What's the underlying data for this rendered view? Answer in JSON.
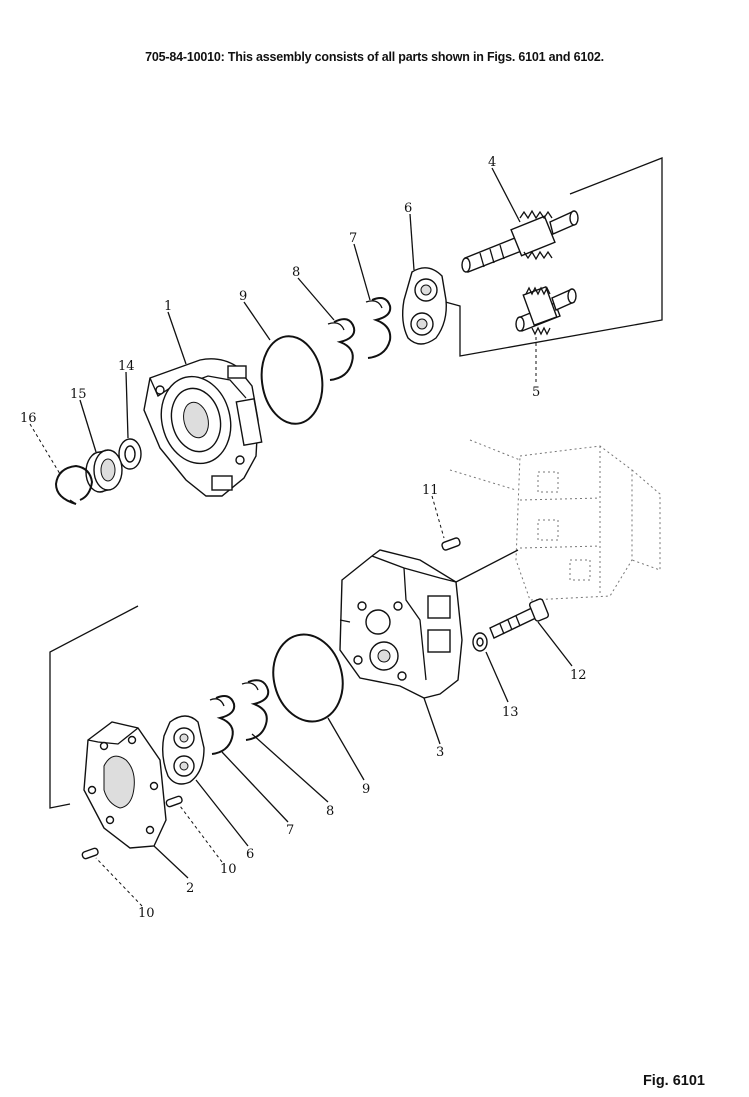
{
  "header": {
    "note": "705-84-10010: This assembly consists of all parts shown in Figs. 6101 and 6102."
  },
  "figure": {
    "label": "Fig. 6101"
  },
  "callouts": [
    {
      "id": "c1",
      "text": "1"
    },
    {
      "id": "c2",
      "text": "2"
    },
    {
      "id": "c3",
      "text": "3"
    },
    {
      "id": "c4",
      "text": "4"
    },
    {
      "id": "c5",
      "text": "5"
    },
    {
      "id": "c6a",
      "text": "6"
    },
    {
      "id": "c6b",
      "text": "6"
    },
    {
      "id": "c7a",
      "text": "7"
    },
    {
      "id": "c7b",
      "text": "7"
    },
    {
      "id": "c8a",
      "text": "8"
    },
    {
      "id": "c8b",
      "text": "8"
    },
    {
      "id": "c9a",
      "text": "9"
    },
    {
      "id": "c9b",
      "text": "9"
    },
    {
      "id": "c10a",
      "text": "10"
    },
    {
      "id": "c10b",
      "text": "10"
    },
    {
      "id": "c11",
      "text": "11"
    },
    {
      "id": "c12",
      "text": "12"
    },
    {
      "id": "c13",
      "text": "13"
    },
    {
      "id": "c14",
      "text": "14"
    },
    {
      "id": "c15",
      "text": "15"
    },
    {
      "id": "c16",
      "text": "16"
    }
  ]
}
